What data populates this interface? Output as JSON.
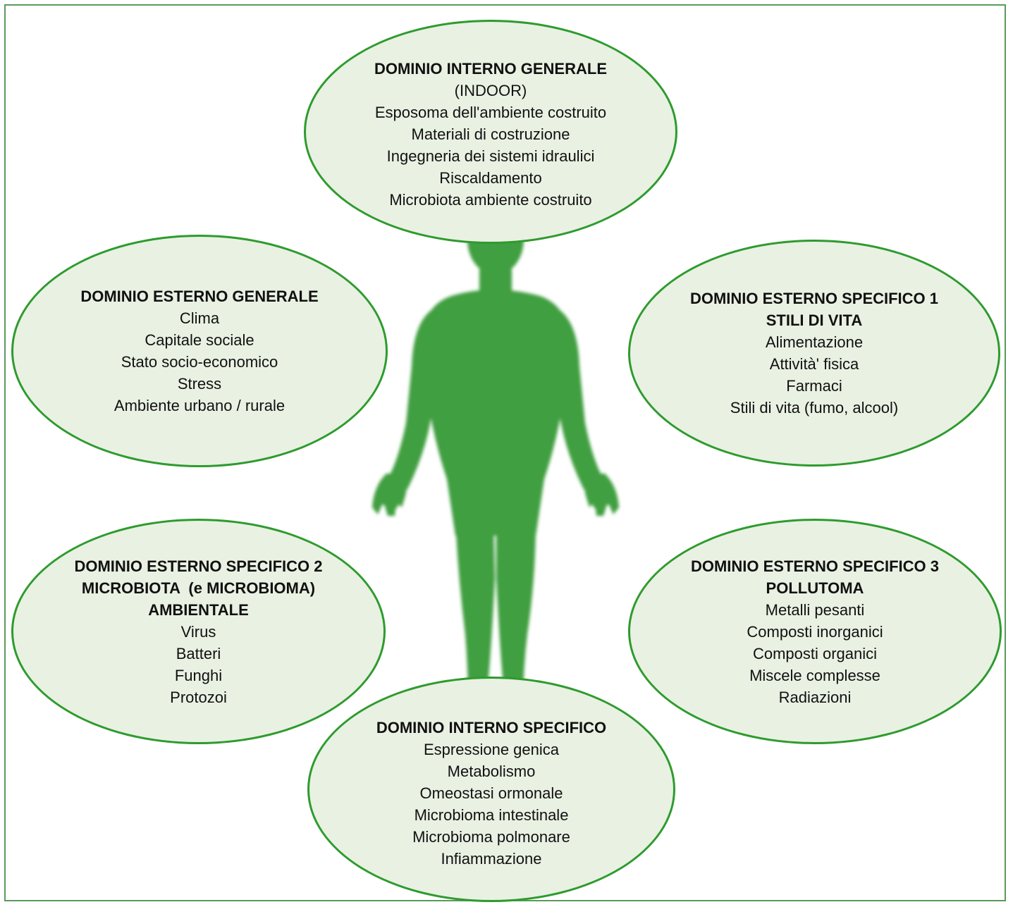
{
  "colors": {
    "ellipse_border": "#2e9b2e",
    "ellipse_fill": "#e9f1e3",
    "figure_fill": "#3f9f3f",
    "frame_border": "#5a9a5a"
  },
  "icons": {
    "center_figure": "human-body-silhouette-icon"
  },
  "domains": {
    "internal_general": {
      "title": "DOMINIO INTERNO GENERALE",
      "subtitle": "(INDOOR)",
      "items": [
        "Esposoma dell'ambiente costruito",
        "Materiali di costruzione",
        "Ingegneria dei sistemi idraulici",
        "Riscaldamento",
        "Microbiota ambiente costruito"
      ]
    },
    "external_general": {
      "title": "DOMINIO ESTERNO GENERALE",
      "items": [
        "Clima",
        "Capitale sociale",
        "Stato socio-economico",
        "Stress",
        "Ambiente urbano / rurale"
      ]
    },
    "external_specific_1": {
      "title": "DOMINIO ESTERNO SPECIFICO 1",
      "subtitle": "STILI DI VITA",
      "items": [
        "Alimentazione",
        "Attività' fisica",
        "Farmaci",
        "Stili di vita (fumo, alcool)"
      ]
    },
    "external_specific_2": {
      "title": "DOMINIO ESTERNO SPECIFICO 2",
      "subtitle": "MICROBIOTA  (e MICROBIOMA)",
      "subtitle2": "AMBIENTALE",
      "items": [
        "Virus",
        "Batteri",
        "Funghi",
        "Protozoi"
      ]
    },
    "external_specific_3": {
      "title": "DOMINIO ESTERNO SPECIFICO 3",
      "subtitle": "POLLUTOMA",
      "items": [
        "Metalli pesanti",
        "Composti inorganici",
        "Composti organici",
        "Miscele complesse",
        "Radiazioni"
      ]
    },
    "internal_specific": {
      "title": "DOMINIO INTERNO SPECIFICO",
      "items": [
        "Espressione genica",
        "Metabolismo",
        "Omeostasi ormonale",
        "Microbioma intestinale",
        "Microbioma polmonare",
        "Infiammazione"
      ]
    }
  }
}
